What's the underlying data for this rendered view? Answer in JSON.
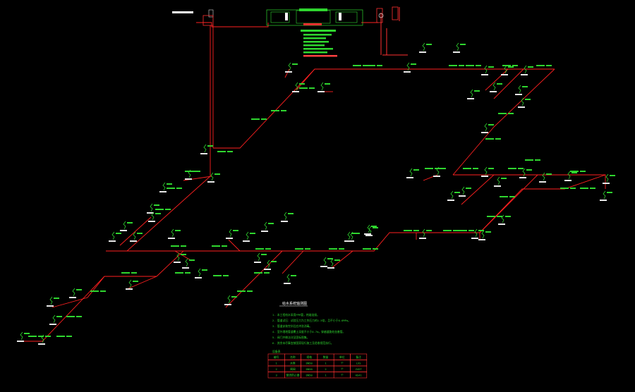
{
  "diagram": {
    "notes_title": "给水系统轴测图",
    "notes": [
      "1. 本工程给水采用PPR管，热熔连接。",
      "2. 管道试压：试验压力为工作压力的1.5倍，且不小于0.6MPa。",
      "3. 管道安装完毕后应冲洗消毒。",
      "4. 室外埋地管道覆土深度不小于0.7m，穿越道路处加套管。",
      "5. 阀门井做法详见国标图集。",
      "6. 其余未尽事宜按国家现行施工及验收规范执行。"
    ],
    "legend_caption": "设备表",
    "table": [
      [
        "编号",
        "名称",
        "规格",
        "数量",
        "单位",
        "备注"
      ],
      [
        "1",
        "水表",
        "DN50",
        "1",
        "个",
        "LXS"
      ],
      [
        "2",
        "闸阀",
        "DN50",
        "2",
        "个",
        "Z45T"
      ],
      [
        "3",
        "倒流防止器",
        "DN50",
        "1",
        "个",
        "HS41"
      ]
    ]
  }
}
